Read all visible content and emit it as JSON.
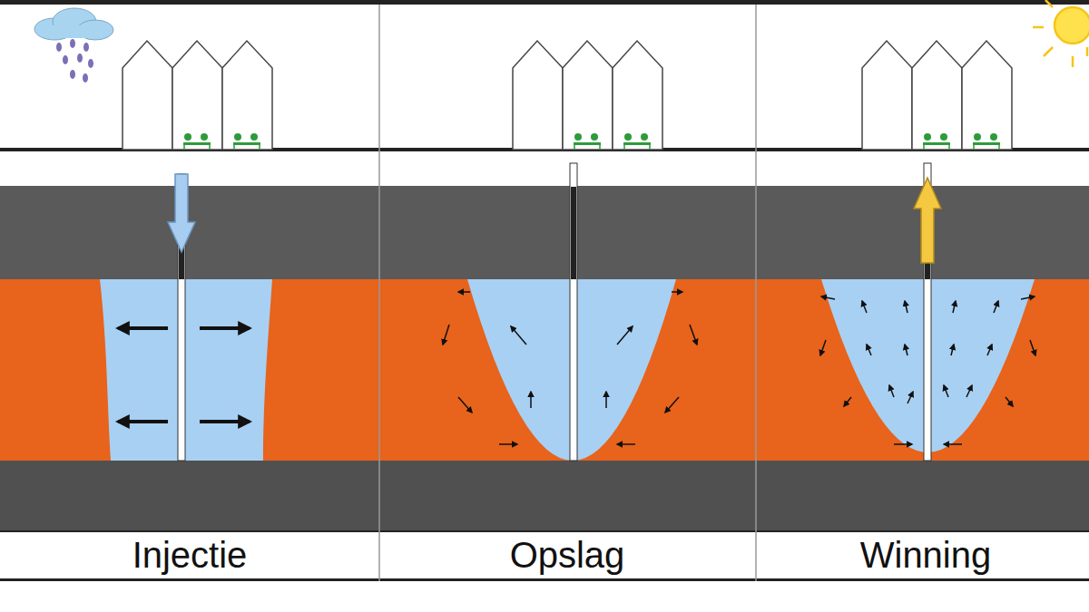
{
  "diagram": {
    "labels": [
      "Injectie",
      "Opslag",
      "Winning"
    ]
  }
}
